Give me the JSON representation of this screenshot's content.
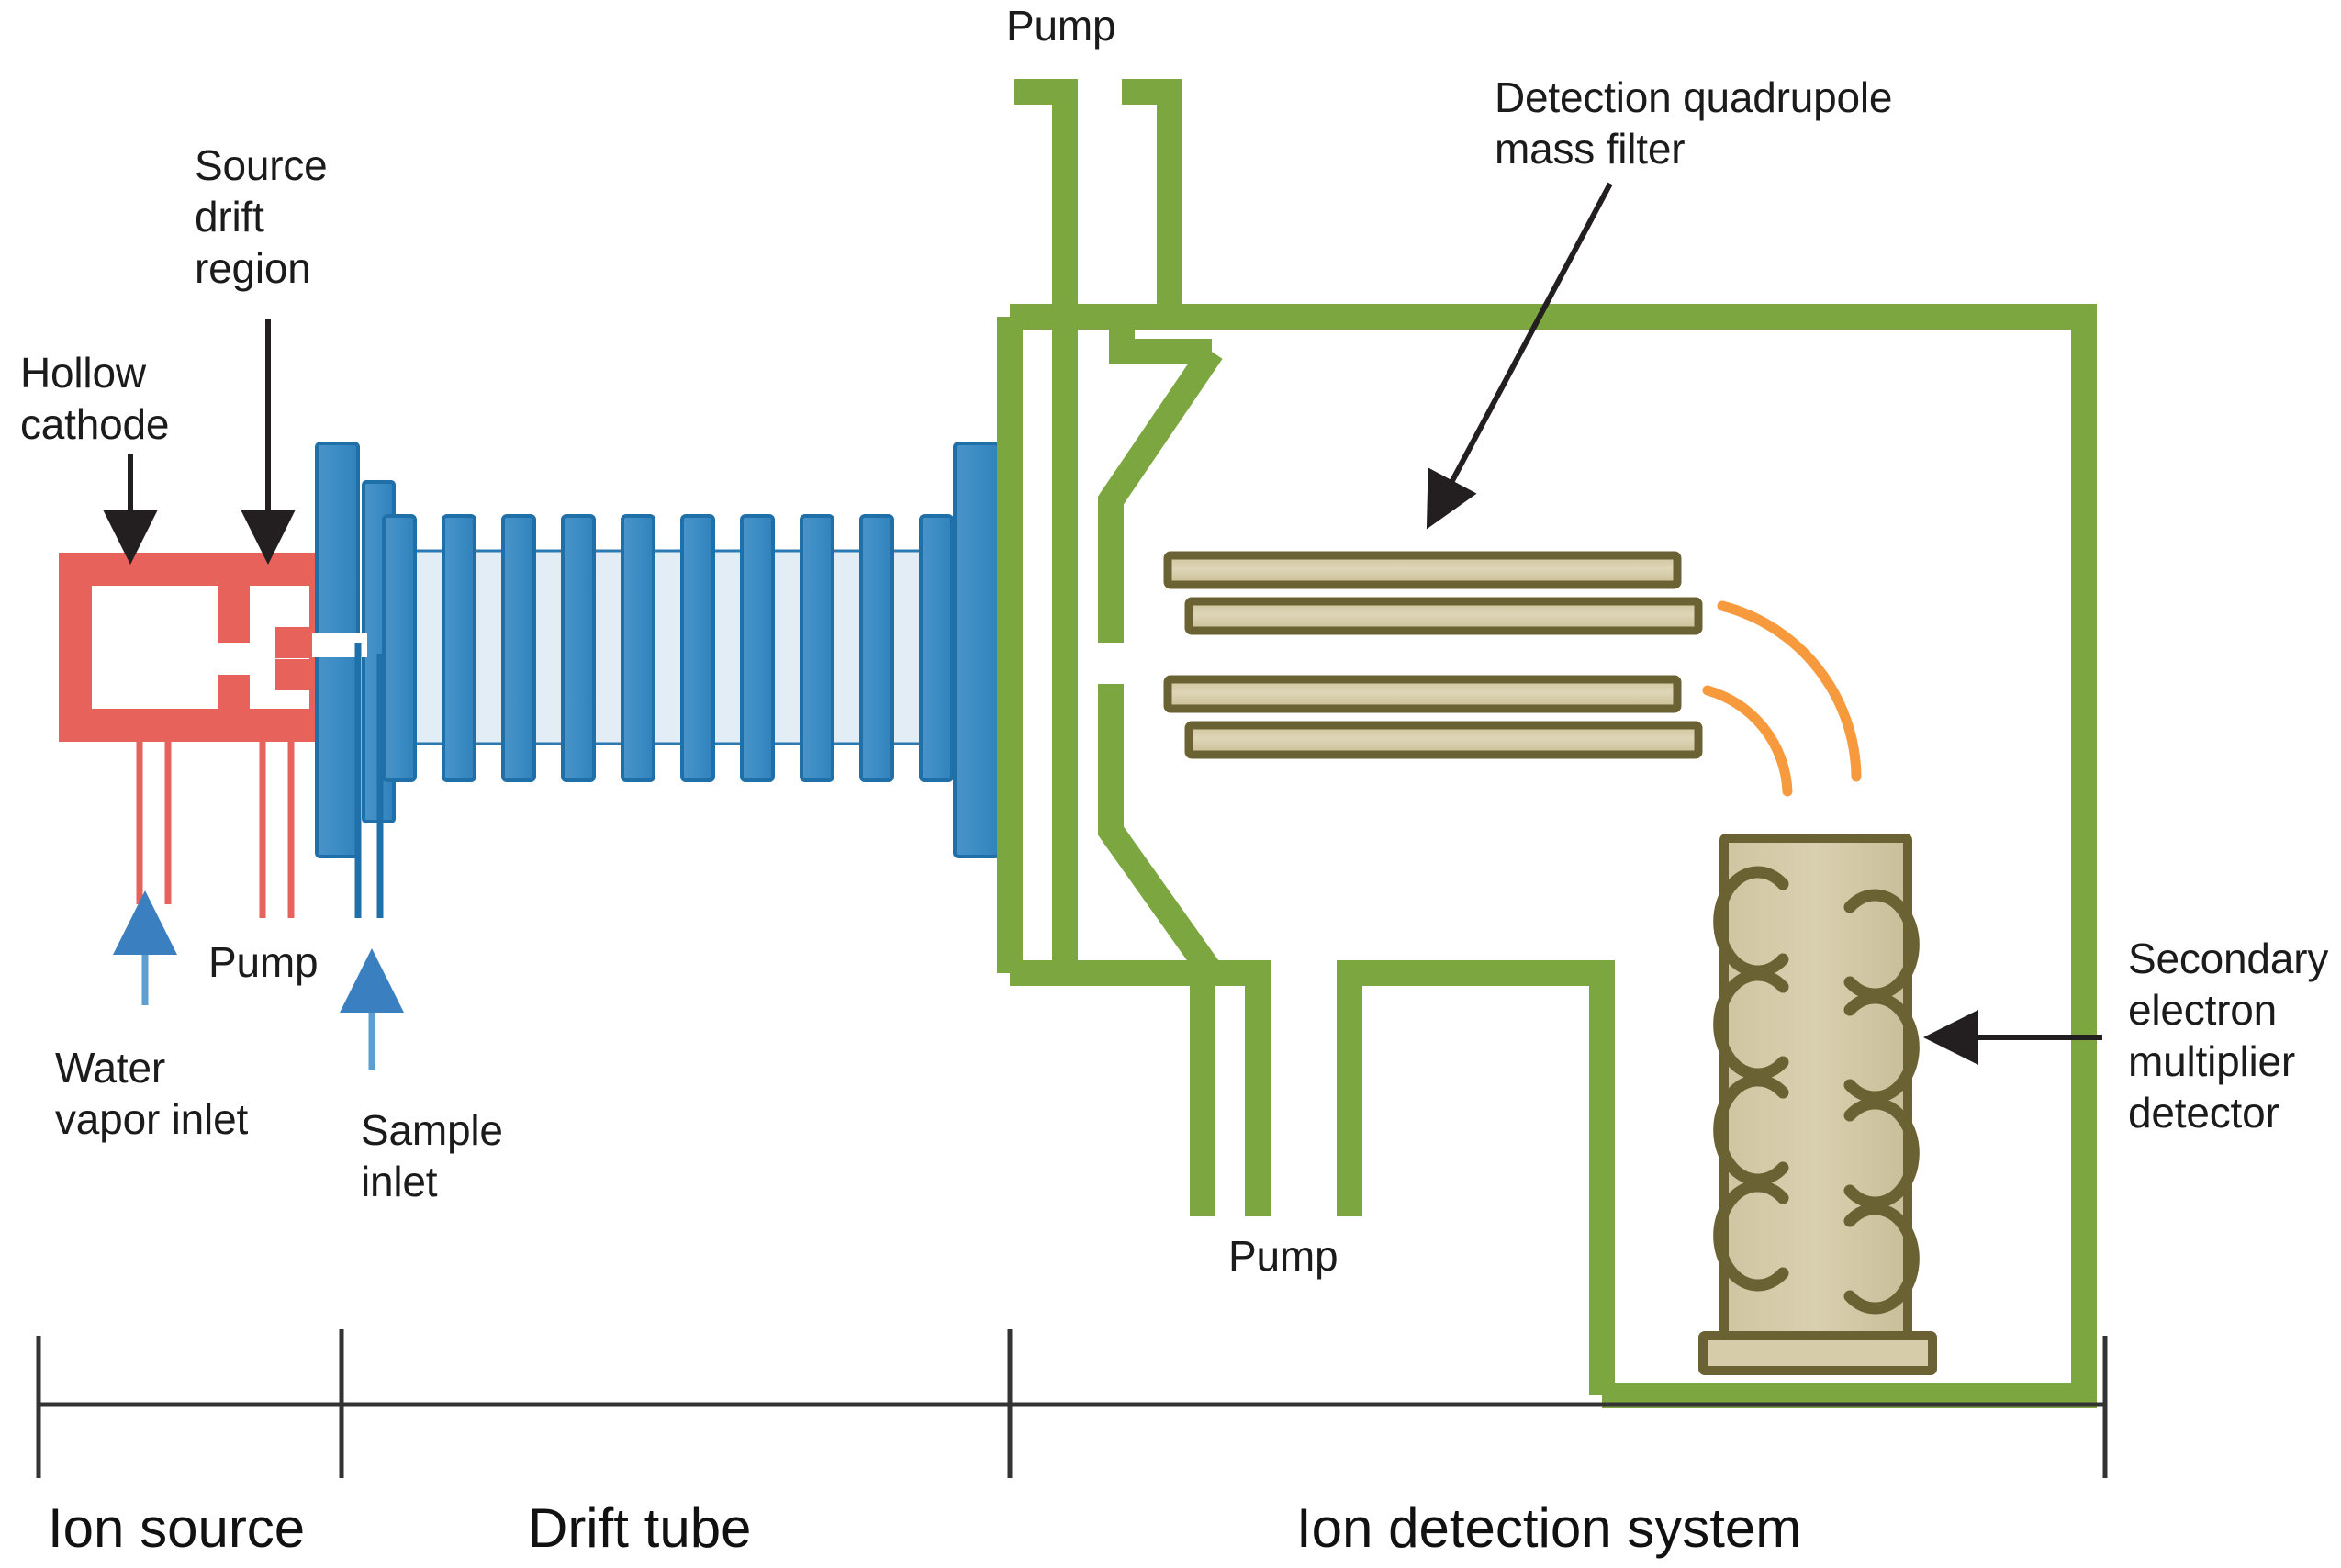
{
  "figure": {
    "title": "Selected ion flow tube mass spectrometer schematic",
    "background_color": "#ffffff"
  },
  "colors": {
    "cathode_red": "#E8625C",
    "drift_blue": "#3C8DC5",
    "drift_blue_stroke": "#1F6FA8",
    "drift_tube_fill": "#E2ECF5",
    "chamber_green": "#7CA63F",
    "rod_fill": "#D9D0AE",
    "rod_stroke": "#6B6234",
    "detector_fill": "#D3C9A6",
    "detector_stroke": "#6B6234",
    "ion_path_orange": "#F79A3E",
    "arrow_black": "#231F20",
    "inlet_arrow_blue": "#4A90C8",
    "sample_line_blue": "#1F6FA8",
    "scale_line": "#333333"
  },
  "labels": {
    "hollow_cathode": "Hollow\ncathode",
    "source_drift_region": "Source\ndrift\nregion",
    "pump_top": "Pump",
    "pump_source": "Pump",
    "pump_detection": "Pump",
    "water_vapor_inlet": "Water\nvapor inlet",
    "sample_inlet": "Sample\ninlet",
    "detection_quadrupole": "Detection quadrupole\nmass filter",
    "secondary_electron_multiplier": "Secondary\nelectron\nmultiplier\ndetector"
  },
  "axis": {
    "sections": [
      {
        "name": "ion_source",
        "label": "Ion source"
      },
      {
        "name": "drift_tube",
        "label": "Drift tube"
      },
      {
        "name": "ion_detection_system",
        "label": "Ion detection system"
      }
    ]
  },
  "components": {
    "drift_tube": {
      "ring_electrode_count": 12
    },
    "quadrupole": {
      "rod_count": 4
    },
    "detector": {
      "dynode_count": 8
    },
    "ion_beam": {
      "arc_count": 2
    }
  }
}
